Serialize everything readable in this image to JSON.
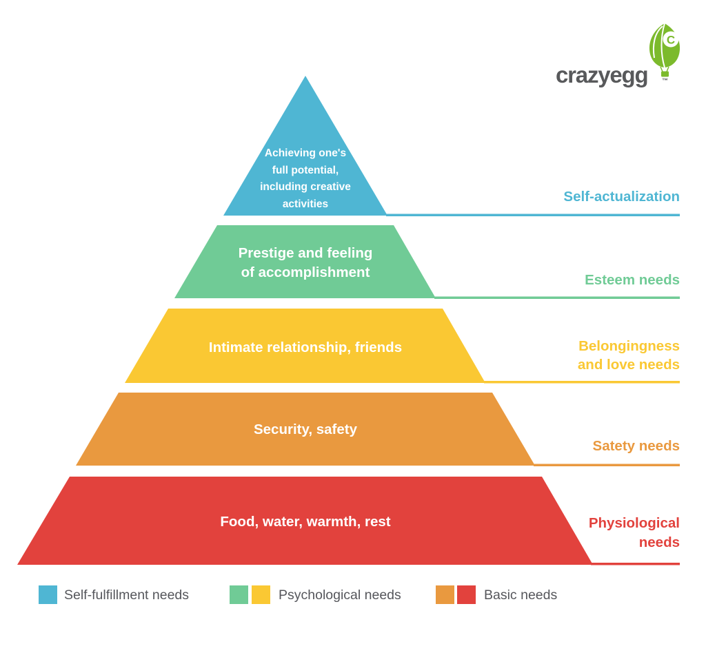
{
  "logo": {
    "wordmark": "crazyegg",
    "trademark": "™",
    "monogram": "C",
    "balloon_color": "#7CBA2C",
    "text_color": "#58595B"
  },
  "pyramid": {
    "levels": [
      {
        "name": "self-actualization",
        "description": "Achieving one's\nfull potential,\nincluding creative\nactivities",
        "label": "Self-actualization",
        "color": "#4FB6D3"
      },
      {
        "name": "esteem",
        "description": "Prestige and feeling\nof accomplishment",
        "label": "Esteem needs",
        "color": "#70CB96"
      },
      {
        "name": "belongingness-and-love",
        "description": "Intimate relationship, friends",
        "label": "Belongingness\nand love needs",
        "color": "#FAC833"
      },
      {
        "name": "safety",
        "description": "Security, safety",
        "label": "Satety needs",
        "color": "#E9993F"
      },
      {
        "name": "physiological",
        "description": "Food, water, warmth, rest",
        "label": "Physiological\nneeds",
        "color": "#E2423D"
      }
    ]
  },
  "legend": {
    "text_color": "#55565B",
    "items": [
      {
        "label": "Self-fulfillment needs",
        "colors": [
          "#4FB6D3"
        ]
      },
      {
        "label": "Psychological needs",
        "colors": [
          "#70CB96",
          "#FAC833"
        ]
      },
      {
        "label": "Basic needs",
        "colors": [
          "#E9993F",
          "#E2423D"
        ]
      }
    ]
  }
}
